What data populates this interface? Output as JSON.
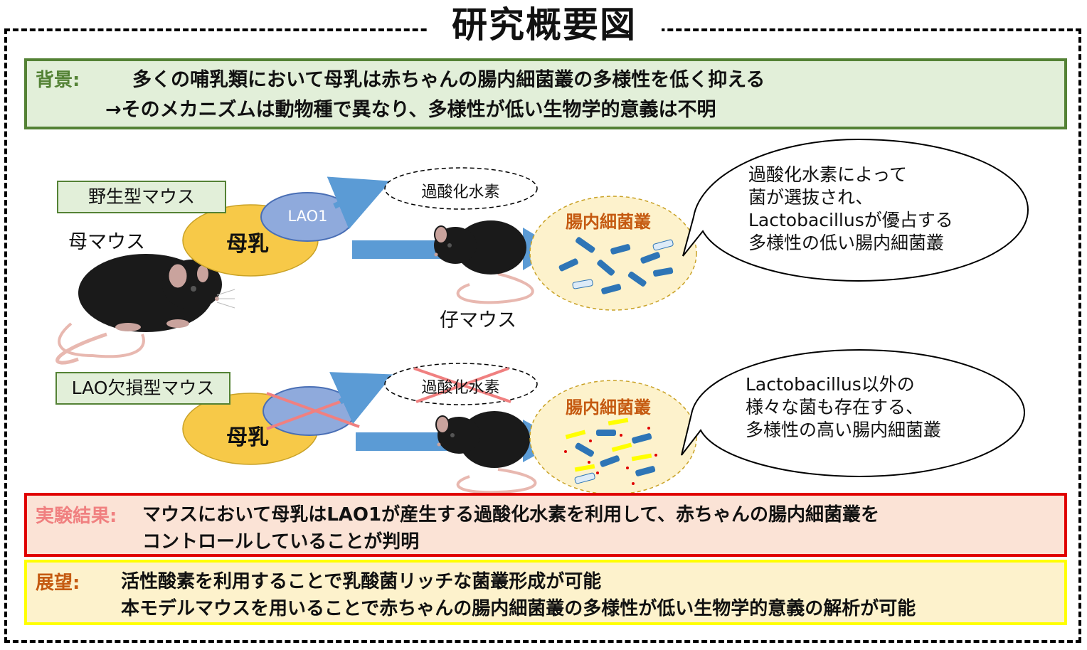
{
  "title": "研究概要図",
  "background": {
    "label": "背景:",
    "line1": "多くの哺乳類において母乳は赤ちゃんの腸内細菌叢の多様性を低く抑える",
    "line2": "→そのメカニズムは動物種で異なり、多様性が低い生物学的意義は不明"
  },
  "wildtype": {
    "tag": "野生型マウス",
    "mother_label": "母マウス",
    "milk_label": "母乳",
    "enzyme_label": "LAO1",
    "product_label": "過酸化水素",
    "pup_label": "仔マウス",
    "microbiota_label": "腸内細菌叢",
    "bubble": {
      "line1": "過酸化水素によって",
      "line2": "菌が選抜され、",
      "line3": "Lactobacillusが優占する",
      "line4": "多様性の低い腸内細菌叢"
    }
  },
  "knockout": {
    "tag": "LAO欠損型マウス",
    "milk_label": "母乳",
    "product_label": "過酸化水素",
    "microbiota_label": "腸内細菌叢",
    "bubble": {
      "line1": "Lactobacillus以外の",
      "line2": "様々な菌も存在する、",
      "line3": "多様性の高い腸内細菌叢"
    }
  },
  "results": {
    "label": "実験結果:",
    "line1": "マウスにおいて母乳はLAO1が産生する過酸化水素を利用して、赤ちゃんの腸内細菌叢を",
    "line2": "コントロールしていることが判明"
  },
  "outlook": {
    "label": "展望:",
    "line1": "活性酸素を利用することで乳酸菌リッチな菌叢形成が可能",
    "line2": "本モデルマウスを用いることで赤ちゃんの腸内細菌叢の多様性が低い生物学的意義の解析が可能"
  },
  "icons": [
    "mouse-icon",
    "arrow-icon",
    "cross-icon",
    "bacteria-icon"
  ],
  "colors": {
    "background_fill": "#e2efd9",
    "background_border": "#548235",
    "results_fill": "#fbe3d6",
    "results_border": "#e00000",
    "outlook_fill": "#fdf2cc",
    "outlook_border": "#ffff00",
    "milk": "#f7c948",
    "enzyme": "#8faadc",
    "arrow": "#5b9bd5",
    "microbiota": "#fdf2cc",
    "cross": "#f08080"
  }
}
